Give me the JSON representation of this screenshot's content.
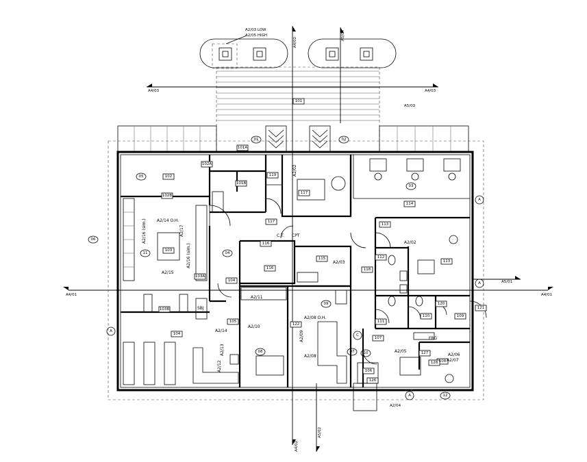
{
  "drawing": {
    "top_callout": "A2/03 LOW\nA2/05 HIGH",
    "view_refs": {
      "top_left": "A4/03",
      "top_right": "A4/03",
      "top_mid": "A5/04",
      "top_axis": "A4/02",
      "upper_right": "A5/03",
      "left_mid": "A4/01",
      "right_mid": "A4/01",
      "right_inner": "A5/01",
      "bottom_axis": "A4/02",
      "bottom_mid": "A5/02",
      "stair": "A2/04"
    },
    "room_tags": [
      {
        "id": "t_canopy",
        "text": "101"
      },
      {
        "id": "t102",
        "text": "102"
      },
      {
        "id": "t102a",
        "text": "102A"
      },
      {
        "id": "t102b",
        "text": "102B"
      },
      {
        "id": "t103",
        "text": "103"
      },
      {
        "id": "t103a",
        "text": "103A"
      },
      {
        "id": "t103b",
        "text": "103B"
      },
      {
        "id": "t104",
        "text": "104"
      },
      {
        "id": "t104b",
        "text": "104"
      },
      {
        "id": "t105",
        "text": "105"
      },
      {
        "id": "t106",
        "text": "106"
      },
      {
        "id": "t107",
        "text": "107"
      },
      {
        "id": "t108",
        "text": "108"
      },
      {
        "id": "t109",
        "text": "109"
      },
      {
        "id": "t110",
        "text": "110"
      },
      {
        "id": "t111",
        "text": "111"
      },
      {
        "id": "t112",
        "text": "112"
      },
      {
        "id": "t113",
        "text": "113"
      },
      {
        "id": "t113b",
        "text": "113"
      },
      {
        "id": "t114",
        "text": "114"
      },
      {
        "id": "t115",
        "text": "115"
      },
      {
        "id": "t116",
        "text": "116"
      },
      {
        "id": "t116b",
        "text": "116"
      },
      {
        "id": "t117",
        "text": "117"
      },
      {
        "id": "t117b",
        "text": "117"
      },
      {
        "id": "t118",
        "text": "118"
      },
      {
        "id": "t119",
        "text": "119"
      },
      {
        "id": "t120",
        "text": "120"
      },
      {
        "id": "t121",
        "text": "121"
      },
      {
        "id": "t122",
        "text": "122"
      },
      {
        "id": "t101a",
        "text": "101A"
      },
      {
        "id": "t101b",
        "text": "101B"
      },
      {
        "id": "t126",
        "text": "126"
      },
      {
        "id": "t127",
        "text": "127"
      },
      {
        "id": "t128",
        "text": "128"
      }
    ],
    "annotations": {
      "a2_14_oh": "A2/14 O.H.",
      "a2_14": "A2/14",
      "a2_16_sim": "A2/16 (sim.)",
      "a2_17": "A2/17",
      "a2_13": "A2/13",
      "a2_15": "A2/15",
      "a2_02": "A2/02",
      "a2_03": "A2/03",
      "a2_10": "A2/10",
      "a2_11": "A2/11",
      "a2_12": "A2/12",
      "a2_13b": "A2/13",
      "a2_08": "A2/08",
      "a2_08_oh": "A2/08 O.H.",
      "a2_09": "A2/09",
      "a2_07": "A2/07",
      "a2_05": "A2/05",
      "a2_06": "A2/06",
      "a2_02b": "A2/02",
      "ct": "C.T.",
      "cpt": "CPT",
      "frg": "FRG",
      "sbj": "SBJ"
    },
    "keynotes": {
      "k01": "01",
      "k02": "02",
      "k03": "03",
      "k04": "04",
      "k05": "05",
      "k06": "06",
      "k07": "07",
      "k08": "08",
      "k09": "09",
      "k10": "10",
      "k11": "11",
      "k12": "12"
    },
    "grid_marks": {
      "a": "A",
      "c": "C"
    }
  }
}
